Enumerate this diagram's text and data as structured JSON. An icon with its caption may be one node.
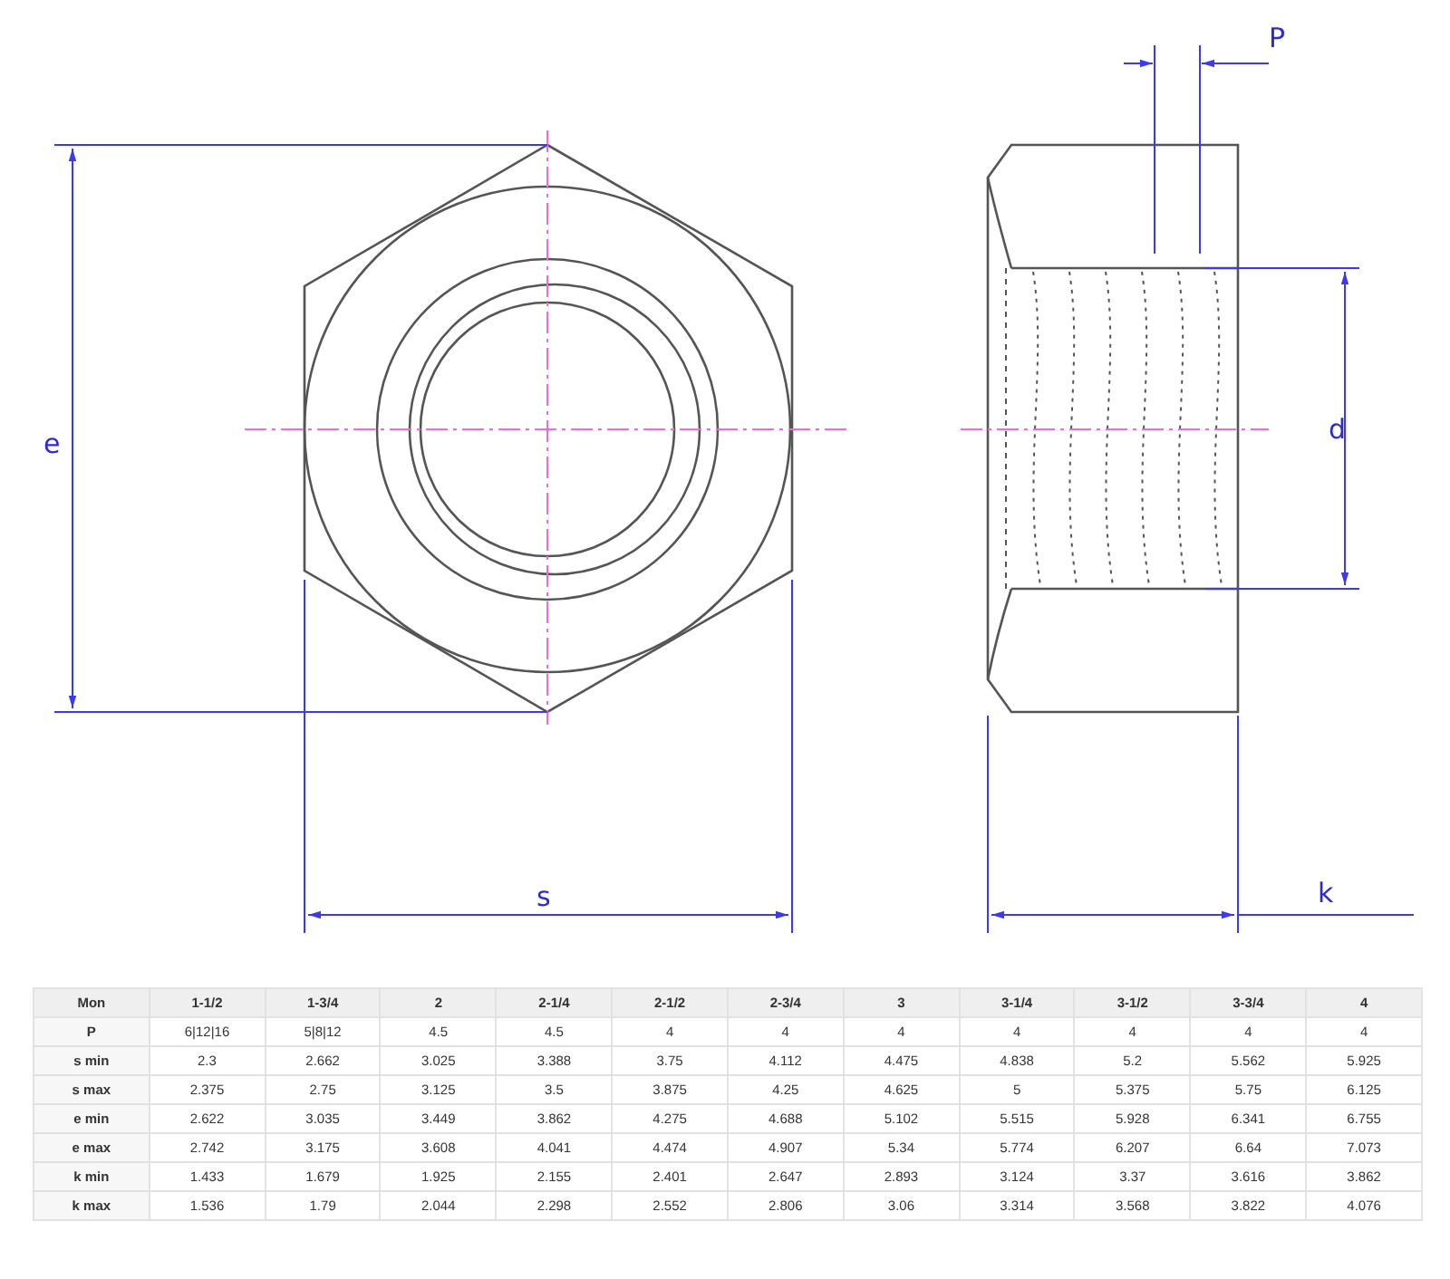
{
  "diagram": {
    "labels": [
      "P",
      "e",
      "d",
      "s",
      "k",
      "Mon",
      "1-1/2",
      "1-3/4",
      "2",
      "2-1/4",
      "2-1/2",
      "2-3/4",
      "3",
      "3-1/4",
      "3-1/2",
      "3-3/4",
      "4",
      "P",
      "6|12|16",
      "5|8|12",
      "4.5",
      "4.5",
      "4",
      "4",
      "4",
      "4",
      "4",
      "4",
      "4",
      "s min",
      "2.3",
      "2.662",
      "3.025",
      "3.388",
      "3.75",
      "4.112",
      "4.475",
      "4.838",
      "5.2",
      "5.562",
      "5.925",
      "s max",
      "2.375",
      "2.75",
      "3.125",
      "3.5",
      "3.875",
      "4.25",
      "4.625",
      "5",
      "5.375",
      "5.75",
      "6.125",
      "e min",
      "2.622",
      "3.035",
      "3.449",
      "3.862",
      "4.275",
      "4.688",
      "5.102",
      "5.515",
      "5.928",
      "6.341",
      "6.755",
      "e max",
      "2.742",
      "3.175",
      "3.608",
      "4.041",
      "4.474",
      "4.907",
      "5.34",
      "5.774",
      "6.207",
      "6.64",
      "7.073",
      "k min",
      "1.433",
      "1.679",
      "1.925",
      "2.155",
      "2.401",
      "2.647",
      "2.893",
      "3.124",
      "3.37",
      "3.616",
      "3.862",
      "k max",
      "1.536",
      "1.79",
      "2.044",
      "2.298",
      "2.552",
      "2.806",
      "3.06",
      "3.314",
      "3.568",
      "3.822",
      "4.076"
    ]
  }
}
